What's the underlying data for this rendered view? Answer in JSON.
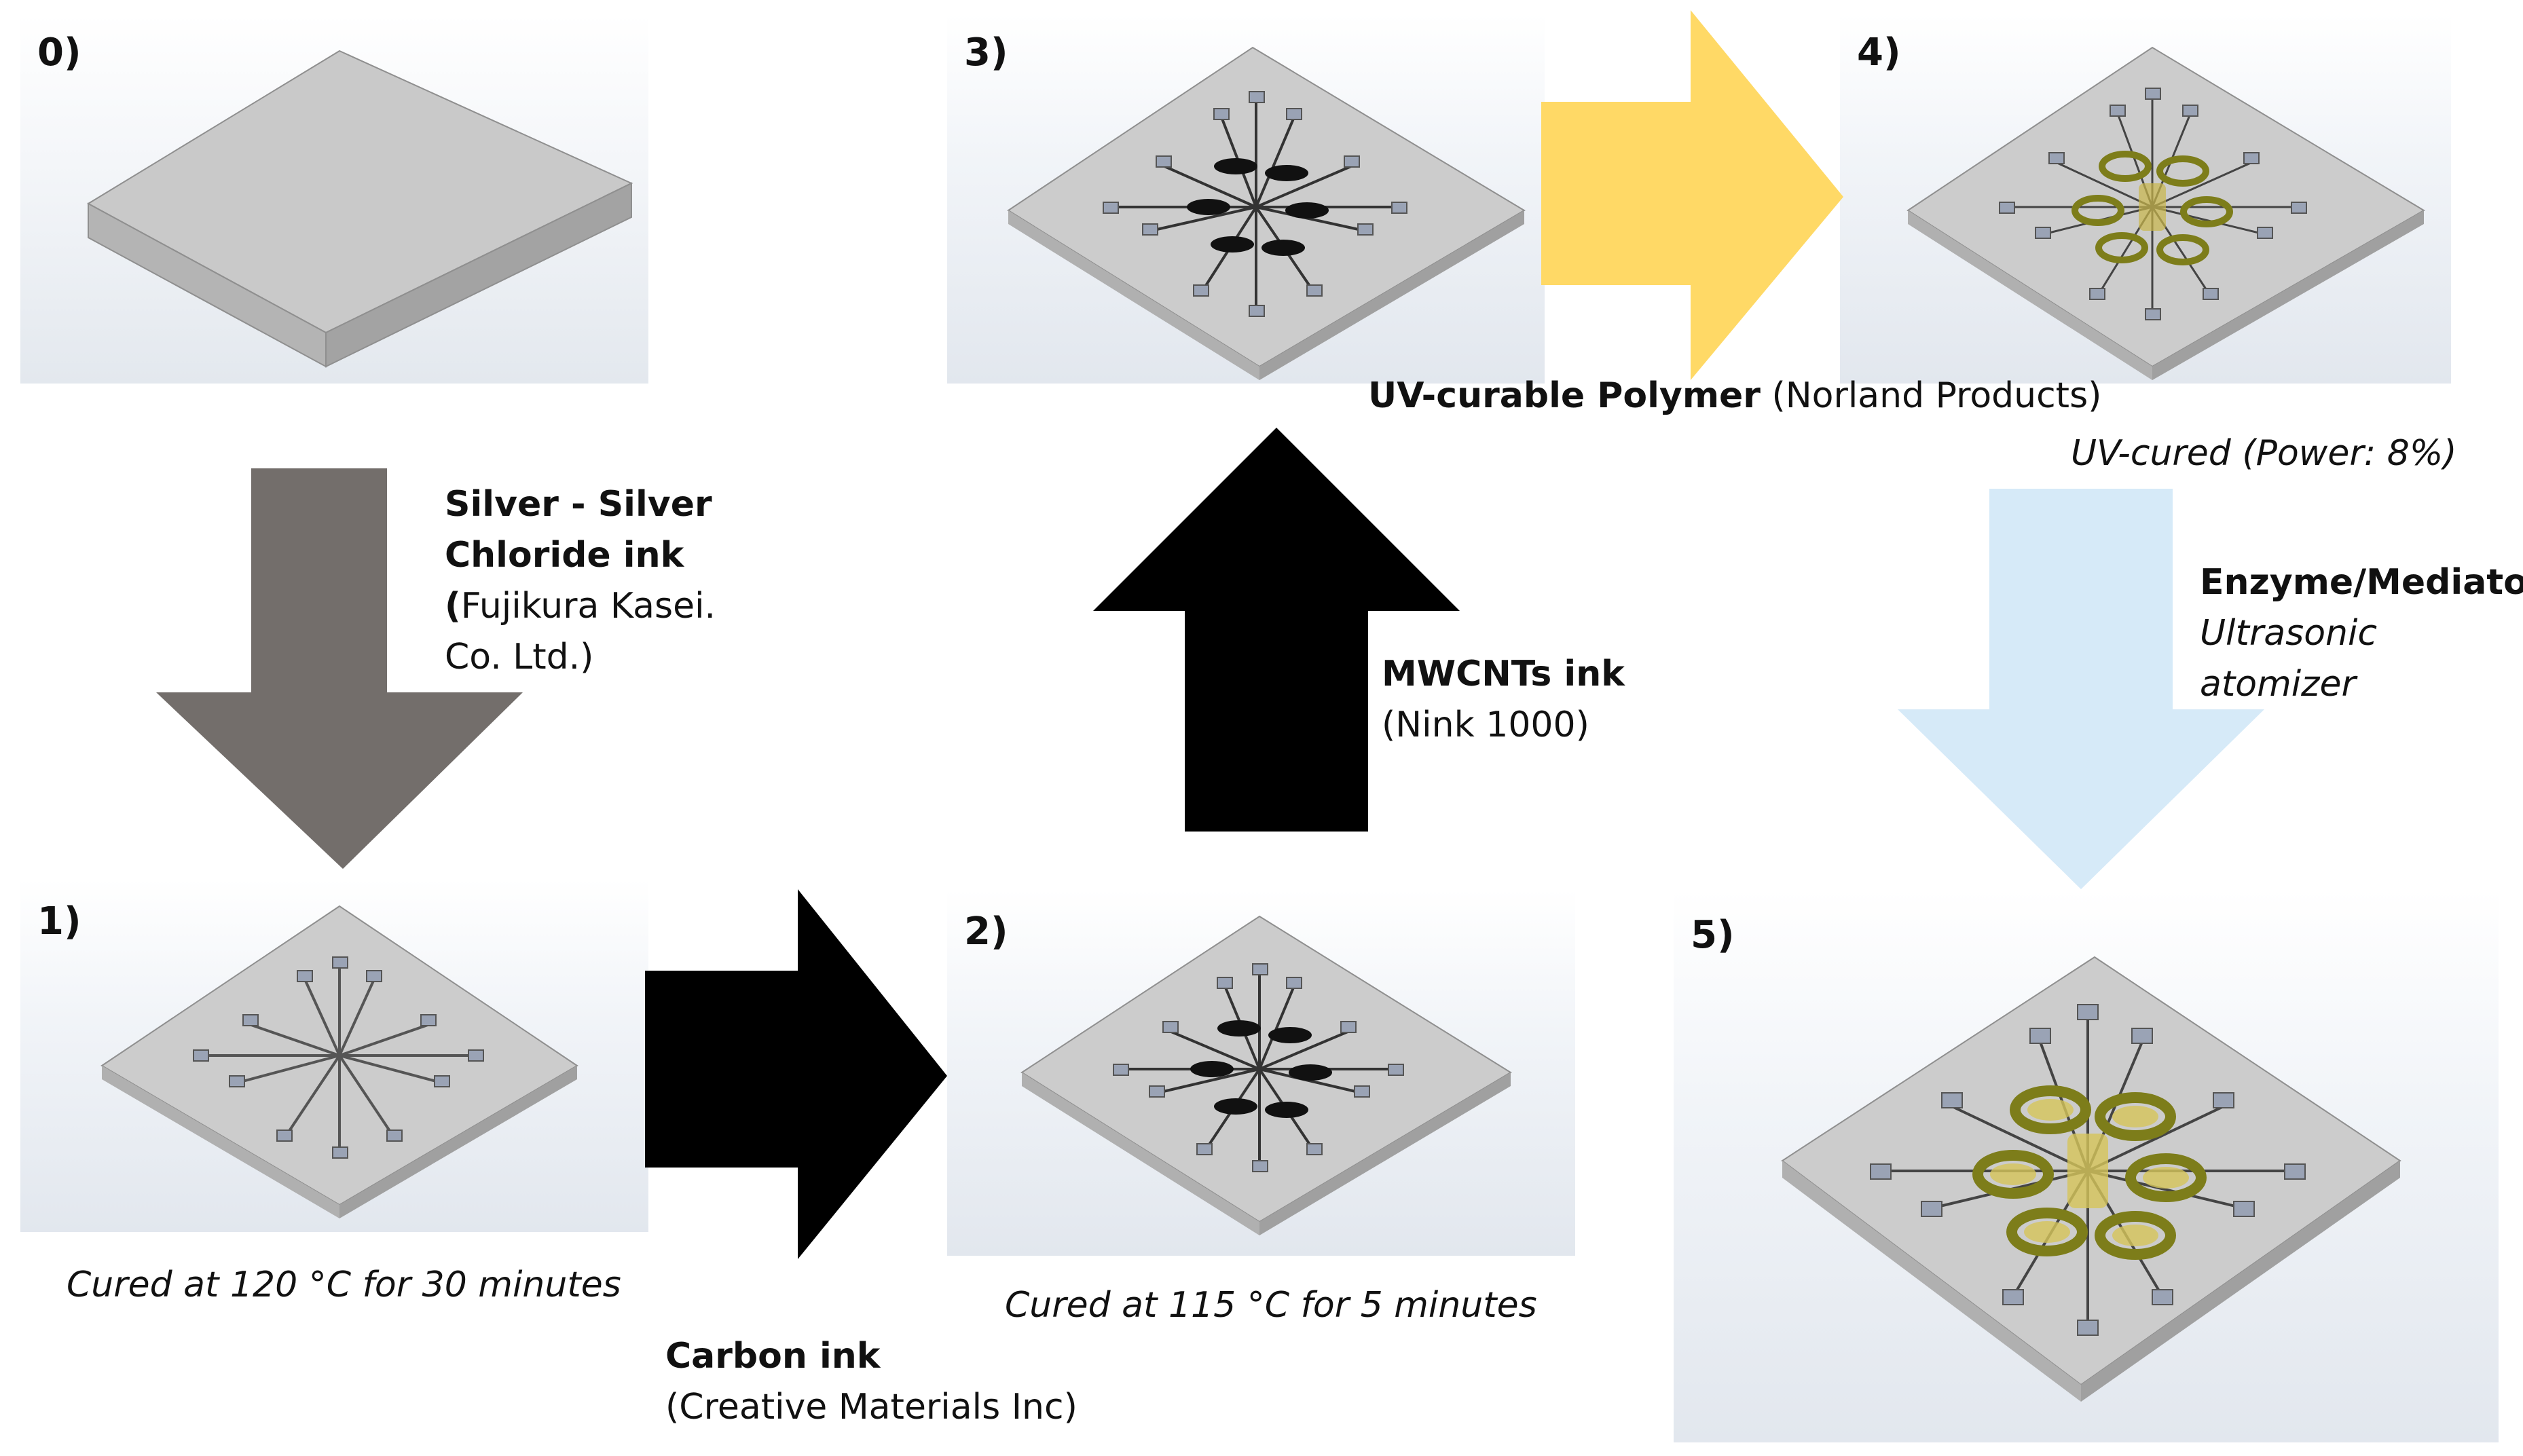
{
  "steps": [
    {
      "label": "0)"
    },
    {
      "label": "1)",
      "note": "Cured at 120 °C  for 30 minutes"
    },
    {
      "label": "2)",
      "note": "Cured at 115 °C for 5 minutes"
    },
    {
      "label": "3)"
    },
    {
      "label": "4)",
      "note": "UV-cured (Power: 8%)"
    },
    {
      "label": "5)"
    }
  ],
  "arrows": {
    "silver": {
      "title_line1": "Silver - Silver",
      "title_line2": "Chloride ink",
      "paren_open": "(",
      "source_line1": "Fujikura Kasei.",
      "source_line2": "Co. Ltd.)",
      "color": "#736e6b"
    },
    "carbon": {
      "title": "Carbon ink",
      "source": "(Creative Materials Inc)",
      "color": "#000000"
    },
    "mwcnt": {
      "title": "MWCNTs ink",
      "source": "(Nink 1000)",
      "color": "#000000"
    },
    "uv": {
      "title": "UV-curable Polymer",
      "source": " (Norland Products)",
      "color": "#ffd966"
    },
    "enzyme": {
      "title": "Enzyme/Mediator",
      "source_line1": "Ultrasonic",
      "source_line2": "atomizer",
      "color": "#d6eaf8"
    }
  },
  "colors": {
    "substrate_top": "#c9c9c9",
    "substrate_side": "#a7a7a7",
    "silver_trace": "#555555",
    "carbon_trace": "#111111",
    "polymer": "#8a8a1e"
  }
}
